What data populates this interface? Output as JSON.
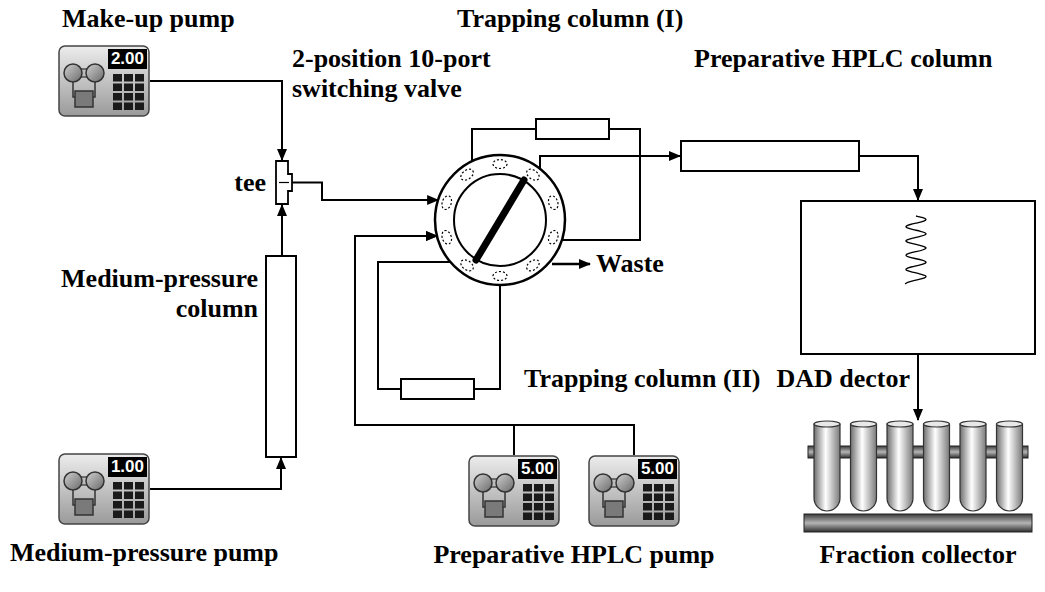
{
  "diagram": {
    "nodes": [
      {
        "text": [
          "Make-up pump",
          "2.00"
        ]
      },
      {
        "text": [
          "Trapping column (I)"
        ]
      },
      {
        "text": [
          "2-position 10-port switching valve"
        ]
      },
      {
        "text": [
          "tee"
        ]
      },
      {
        "text": [
          "Preparative HPLC column"
        ]
      },
      {
        "text": [
          "Medium-pressure column"
        ]
      },
      {
        "text": [
          "DAD dector"
        ]
      },
      {
        "text": [
          "Trapping column (II)"
        ]
      },
      {
        "text": [
          "Medium-pressure pump",
          "1.00"
        ]
      },
      {
        "text": [
          "5.00"
        ]
      },
      {
        "text": [
          "5.00"
        ]
      },
      {
        "text": [
          "Fraction collector"
        ]
      }
    ],
    "edges": [
      {
        "from": 0,
        "to": 3,
        "arrow": "to"
      },
      {
        "from": 8,
        "to": 5,
        "arrow": "to"
      },
      {
        "from": 5,
        "to": 3,
        "arrow": "to"
      },
      {
        "from": 3,
        "to": 2,
        "arrow": "to"
      },
      {
        "from": 2,
        "to": 1,
        "arrow": "none"
      },
      {
        "from": 1,
        "to": 2,
        "arrow": "none"
      },
      {
        "from": 2,
        "to": 4,
        "arrow": "to"
      },
      {
        "from": 9,
        "to": 2,
        "arrow": "to"
      },
      {
        "from": 10,
        "to": 2,
        "arrow": "to"
      },
      {
        "from": 4,
        "to": 6,
        "arrow": "to"
      },
      {
        "from": 6,
        "to": 11,
        "arrow": "to"
      },
      {
        "from": 2,
        "to": 7,
        "arrow": "none"
      },
      {
        "from": 7,
        "to": 2,
        "arrow": "none"
      }
    ],
    "labels": [
      "Preparative HPLC pump",
      "Waste"
    ]
  }
}
